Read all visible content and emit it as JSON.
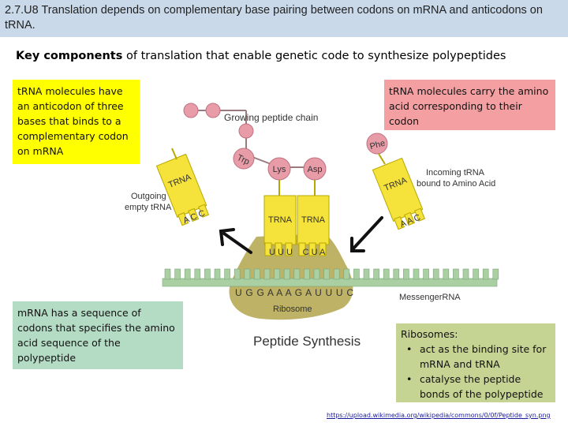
{
  "slide": {
    "title": "2.7.U8 Translation depends on complementary base pairing between codons on mRNA and anticodons on tRNA.",
    "subtitle_bold": "Key components",
    "subtitle_rest": " of translation that enable genetic code to synthesize polypeptides"
  },
  "callouts": {
    "trna_anticodon": "tRNA molecules have an anticodon of three bases that binds to a complementary codon on mRNA",
    "trna_amino_acid": "tRNA molecules carry the amino acid corresponding to their codon",
    "mrna_sequence": "mRNA has a sequence of codons that specifies the amino acid sequence of the polypeptide",
    "ribosomes_heading": "Ribosomes:",
    "ribosomes_points": [
      "act as the binding site for mRNA and tRNA",
      "catalyse the peptide bonds of the polypeptide"
    ]
  },
  "diagram": {
    "growing_chain": "Growing peptide chain",
    "trp": "Trp",
    "lys": "Lys",
    "asp": "Asp",
    "phe": "Phe",
    "trna": "TRNA",
    "outgoing_line1": "Outgoing",
    "outgoing_line2": "empty tRNA",
    "incoming_line1": "Incoming tRNA",
    "incoming_line2": "bound to Amino Acid",
    "outgoing_anticodon": "A C C",
    "incoming_anticodon": "A A C",
    "anticodon_left": "U U U",
    "anticodon_right": "C U A",
    "mrna_codons": "U G G A A A G A U U U C",
    "messenger_label": "MessengerRNA",
    "ribosome_label": "Ribosome",
    "caption": "Peptide Synthesis"
  },
  "source_url": "https://upload.wikimedia.org/wikipedia/commons/0/0f/Peptide_syn.png",
  "colors": {
    "title_bg": "#c9d9ea",
    "yellow": "#ffff00",
    "pink": "#f4a0a3",
    "green": "#b4dcc4",
    "olive": "#c6d493",
    "trna_yellow": "#f5e23a",
    "amino_pink": "#e89ca8",
    "ribosome": "#bdb265",
    "mrna": "#a9cfa3"
  }
}
